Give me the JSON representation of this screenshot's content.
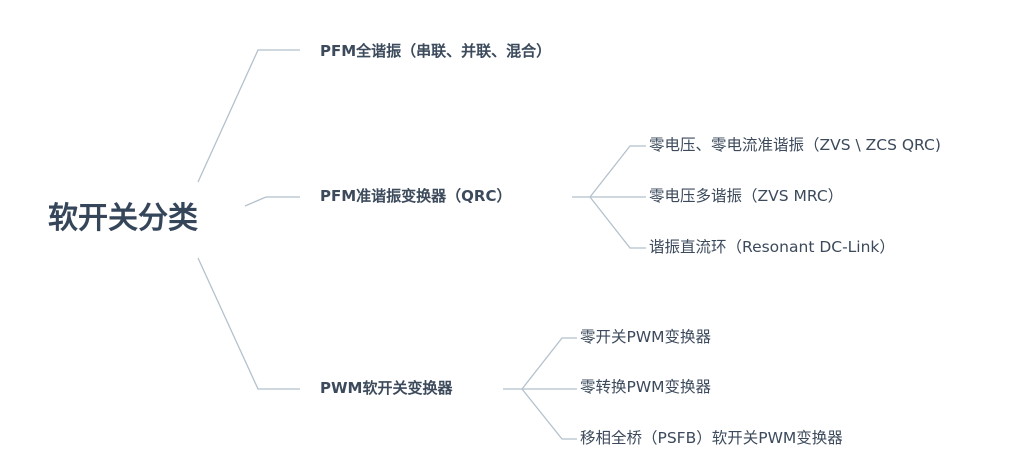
{
  "root": {
    "label": "软开关分类"
  },
  "branches": [
    {
      "label": "PFM全谐振（串联、并联、混合）",
      "children": []
    },
    {
      "label": "PFM准谐振变换器（QRC）",
      "children": [
        {
          "label": "零电压、零电流准谐振（ZVS \\ ZCS QRC)"
        },
        {
          "label": "零电压多谐振（ZVS MRC）"
        },
        {
          "label": "谐振直流环（Resonant DC-Link）"
        }
      ]
    },
    {
      "label": "PWM软开关变换器",
      "children": [
        {
          "label": "零开关PWM变换器"
        },
        {
          "label": "零转换PWM变换器"
        },
        {
          "label": "移相全桥（PSFB）软开关PWM变换器"
        }
      ]
    }
  ],
  "colors": {
    "connector": "#b4c1cc",
    "root_text": "#36465a",
    "node_text": "#3c4a5c",
    "background": "#ffffff"
  }
}
